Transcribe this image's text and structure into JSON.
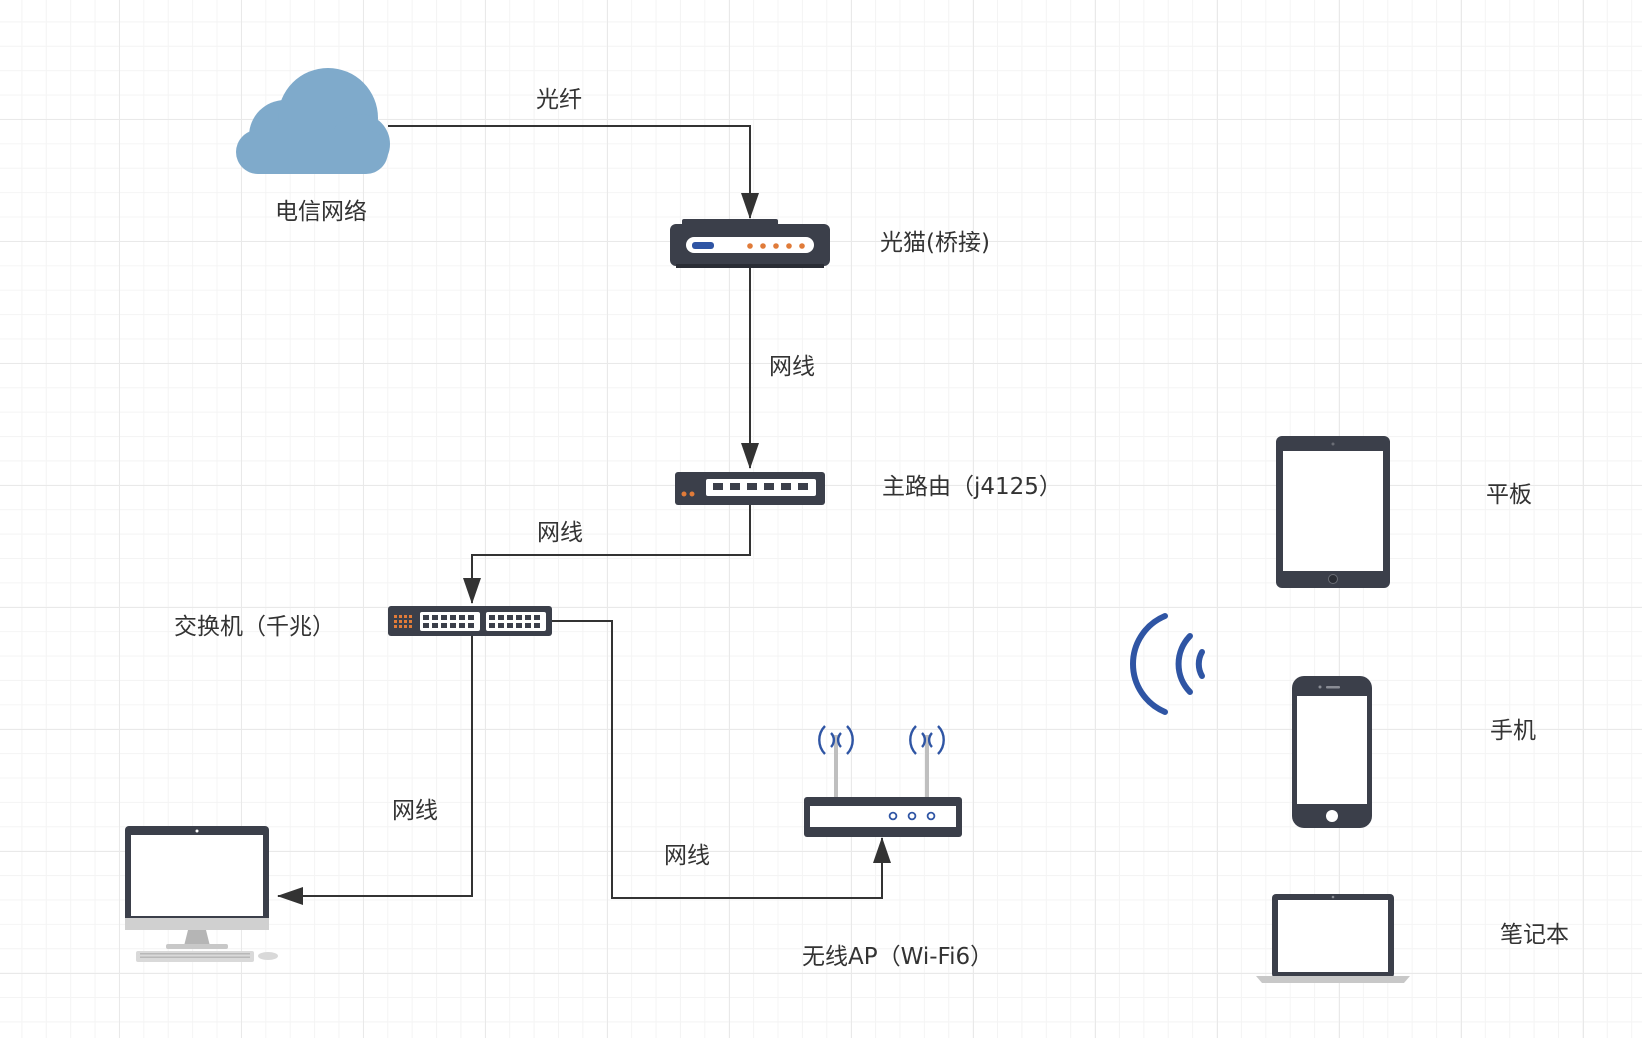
{
  "nodes": {
    "cloud": "电信网络",
    "modem": "光猫(桥接)",
    "router": "主路由（j4125）",
    "switch": "交换机（千兆）",
    "ap": "无线AP（Wi-Fi6）",
    "tablet": "平板",
    "phone": "手机",
    "laptop": "笔记本"
  },
  "edges": {
    "cloud_modem": "光纤",
    "modem_router": "网线",
    "router_switch": "网线",
    "switch_desktop": "网线",
    "switch_ap": "网线"
  },
  "colors": {
    "line": "#333333",
    "cloud": "#7faacb",
    "device": "#3b3f4a",
    "wifi": "#2f55a4",
    "port_orange": "#e07b39"
  }
}
